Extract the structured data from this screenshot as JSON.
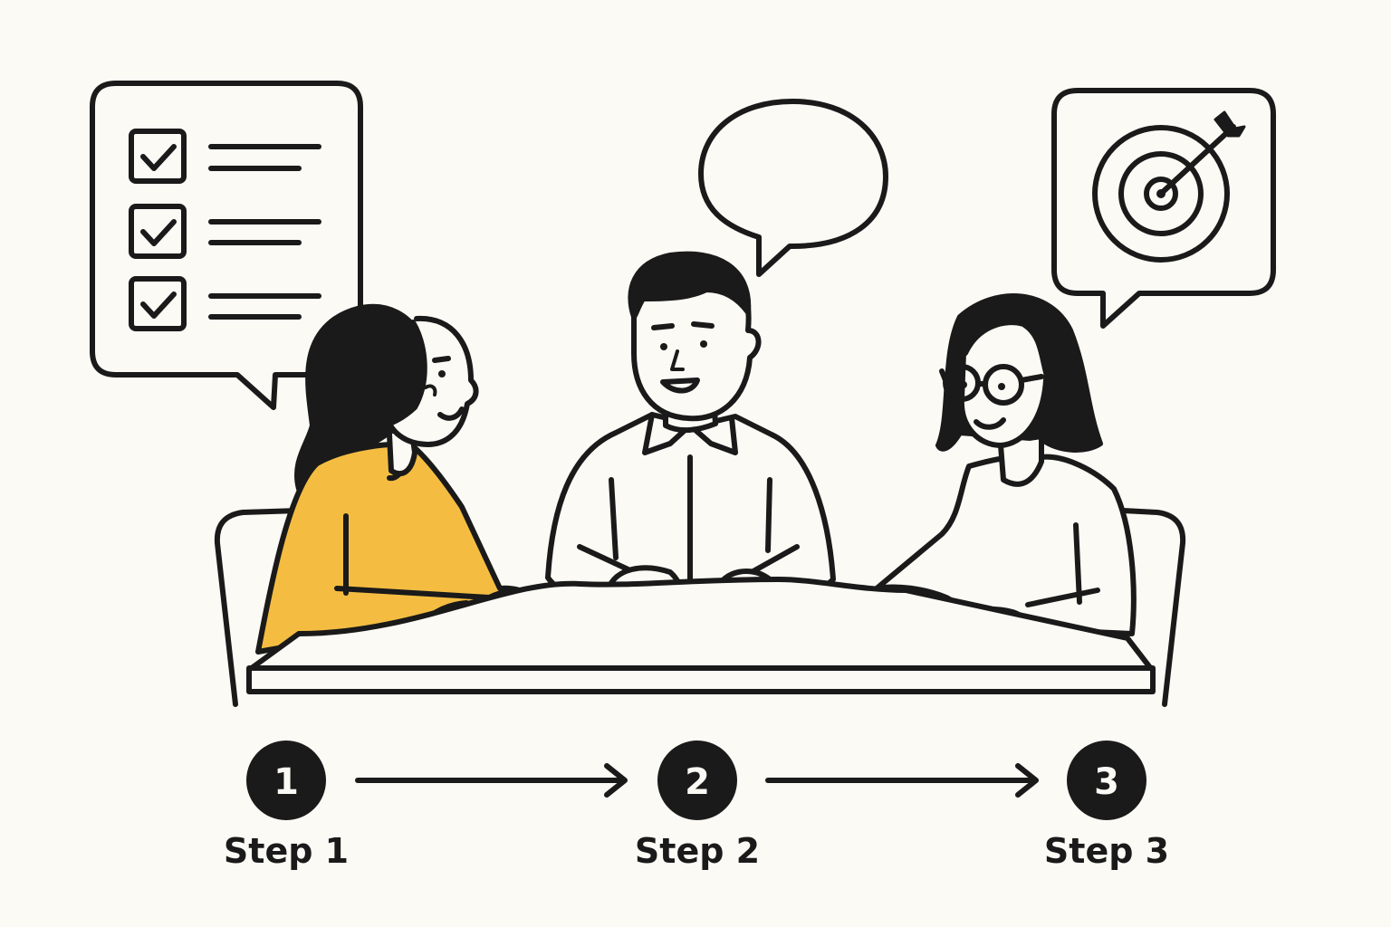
{
  "colors": {
    "background": "#fcfaf5",
    "ink": "#1a1a1a",
    "accent_yellow": "#f4bd42",
    "paper": "#fcfaf5"
  },
  "bubbles": {
    "left": {
      "icon": "checklist-icon",
      "items": 3
    },
    "center": {
      "icon": "speech-bubble-empty"
    },
    "right": {
      "icon": "target-icon"
    }
  },
  "people": [
    {
      "role": "woman-yellow-sweater"
    },
    {
      "role": "man-collared-shirt"
    },
    {
      "role": "woman-with-glasses"
    }
  ],
  "steps": [
    {
      "number": "1",
      "label": "Step 1"
    },
    {
      "number": "2",
      "label": "Step 2"
    },
    {
      "number": "3",
      "label": "Step 3"
    }
  ]
}
